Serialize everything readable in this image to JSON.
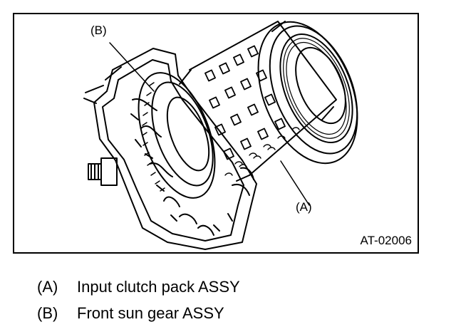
{
  "figure": {
    "callouts": {
      "a": "(A)",
      "b": "(B)"
    },
    "code": "AT-02006"
  },
  "legend": [
    {
      "key": "(A)",
      "text": "Input clutch pack ASSY"
    },
    {
      "key": "(B)",
      "text": "Front sun gear ASSY"
    }
  ]
}
